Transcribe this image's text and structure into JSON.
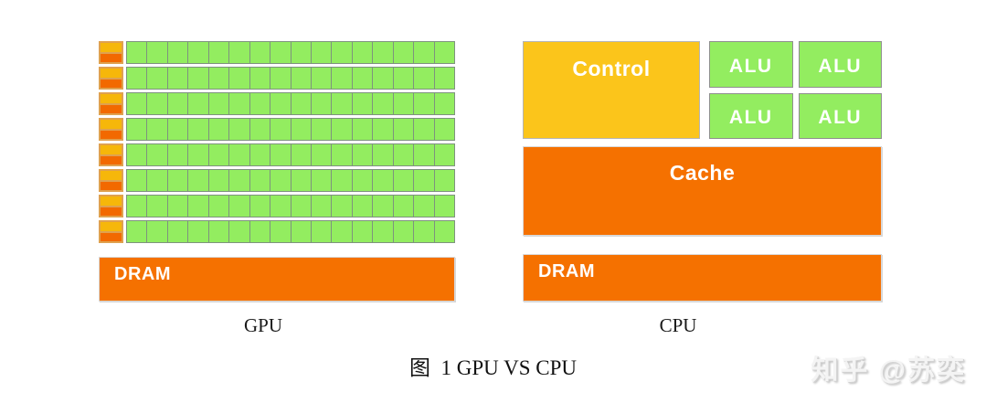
{
  "gpu": {
    "label": "GPU",
    "dram_label": "DRAM",
    "grid": {
      "rows": 8,
      "cols": 16
    }
  },
  "cpu": {
    "label": "CPU",
    "control_label": "Control",
    "alu_labels": [
      "ALU",
      "ALU",
      "ALU",
      "ALU"
    ],
    "cache_label": "Cache",
    "dram_label": "DRAM"
  },
  "caption": "图  1 GPU VS CPU",
  "watermark": "知乎 @苏奕",
  "colors": {
    "orange": "#F57100",
    "control_yellow": "#FBC51B",
    "green": "#93ED60",
    "green_border": "#7E937E",
    "cell_yellow": "#F6B70A",
    "cell_orange": "#F26900",
    "cell_border": "#DFA14F"
  }
}
